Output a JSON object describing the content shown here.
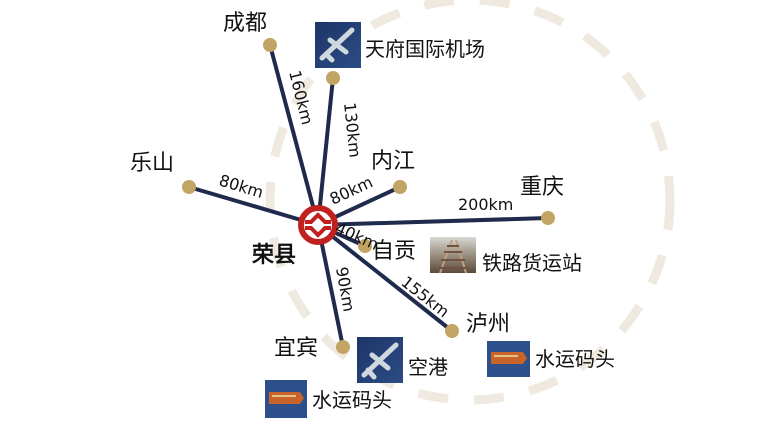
{
  "hub": {
    "name": "荣县",
    "logo_color": "#c0201e"
  },
  "line_color": "#1f2a4d",
  "dot_color": "#c2a464",
  "routes": [
    {
      "city": "成都",
      "distance": "160km"
    },
    {
      "city": "天府国际机场",
      "distance": "130km",
      "icon": "airplane-icon"
    },
    {
      "city": "乐山",
      "distance": "80km"
    },
    {
      "city": "内江",
      "distance": "80km"
    },
    {
      "city": "重庆",
      "distance": "200km"
    },
    {
      "city": "自贡",
      "distance": "40km"
    },
    {
      "city": "泸州",
      "distance": "155km"
    },
    {
      "city": "宜宾",
      "distance": "90km"
    }
  ],
  "facilities": {
    "rail": {
      "label": "铁路货运站",
      "icon": "railway-icon"
    },
    "yibin_airport": {
      "label": "空港",
      "icon": "airplane-icon"
    },
    "luzhou_port": {
      "label": "水运码头",
      "icon": "ship-icon"
    },
    "yibin_port": {
      "label": "水运码头",
      "icon": "ship-icon"
    }
  }
}
